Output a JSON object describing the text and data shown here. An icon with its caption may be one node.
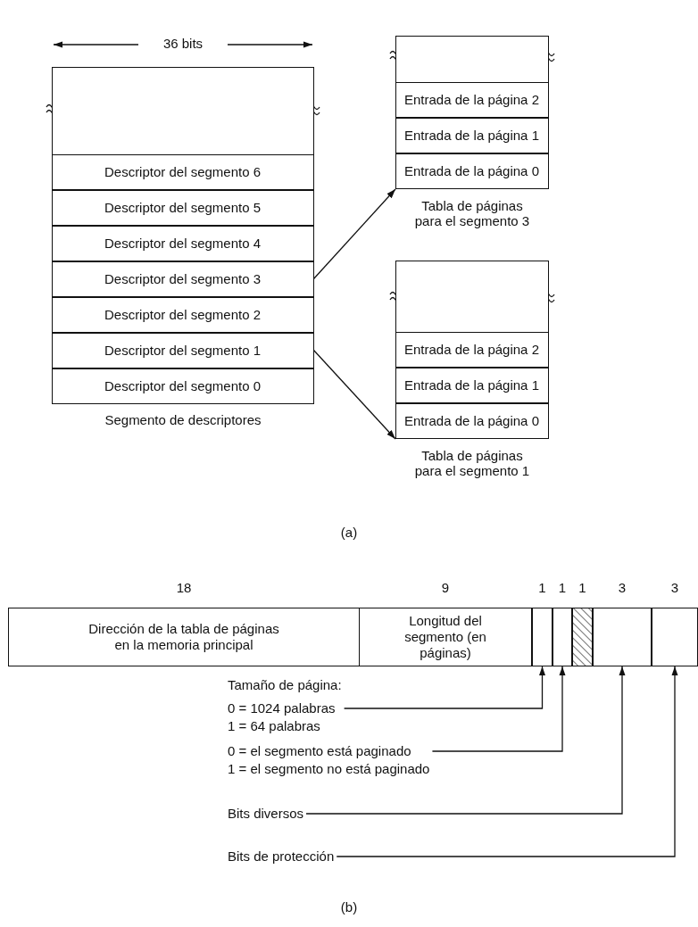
{
  "diagram": {
    "nodes": [
      {
        "text": [],
        "shape": "box",
        "beside": [
          "Segmento de descriptores"
        ]
      },
      {
        "text": [
          "Descriptor del segmento 6"
        ],
        "in": 0
      },
      {
        "text": [
          "Descriptor del segmento 5"
        ],
        "in": 0
      },
      {
        "text": [
          "Descriptor del segmento 4"
        ],
        "in": 0
      },
      {
        "text": [
          "Descriptor del segmento 3"
        ],
        "in": 0
      },
      {
        "text": [
          "Descriptor del segmento 2"
        ],
        "in": 0
      },
      {
        "text": [
          "Descriptor del segmento 1"
        ],
        "in": 0
      },
      {
        "text": [
          "Descriptor del segmento 0"
        ],
        "in": 0
      },
      {
        "text": [],
        "shape": "box",
        "beside": [
          "Tabla de páginas para el segmento 3"
        ]
      },
      {
        "text": [
          "Entrada de la página 2"
        ],
        "in": 8
      },
      {
        "text": [
          "Entrada de la página 1"
        ],
        "in": 8
      },
      {
        "text": [
          "Entrada de la página 0"
        ],
        "in": 8
      },
      {
        "text": [],
        "shape": "box",
        "beside": [
          "Tabla de páginas para el segmento 1"
        ]
      },
      {
        "text": [
          "Entrada de la página 2"
        ],
        "in": 12
      },
      {
        "text": [
          "Entrada de la página 1"
        ],
        "in": 12
      },
      {
        "text": [
          "Entrada de la página 0"
        ],
        "in": 12
      },
      {
        "text": [
          "Dirección de la tabla de páginas en la memoria principal"
        ],
        "beside": [
          "18"
        ]
      },
      {
        "text": [
          "Longitud del segmento (en páginas)"
        ],
        "beside": [
          "9"
        ]
      },
      {
        "text": [],
        "shape": "box",
        "beside": [
          "1"
        ]
      },
      {
        "text": [],
        "shape": "box",
        "beside": [
          "1"
        ]
      },
      {
        "text": [],
        "shape": "box",
        "beside": [
          "1"
        ]
      },
      {
        "text": [],
        "shape": "box",
        "beside": [
          "3"
        ]
      },
      {
        "text": [],
        "shape": "box",
        "beside": [
          "3"
        ]
      },
      {
        "text": [
          "Tamaño de página:",
          "0 = 1024 palabras",
          "1 = 64 palabras"
        ]
      },
      {
        "text": [
          "0 = el segmento está paginado",
          "1 = el segmento no está paginado"
        ]
      },
      {
        "text": [
          "Bits diversos"
        ]
      },
      {
        "text": [
          "Bits de protección"
        ]
      }
    ],
    "edges": [
      {
        "from": 4,
        "to": 8,
        "arrow": "to"
      },
      {
        "from": 6,
        "to": 12,
        "arrow": "to"
      },
      {
        "from": 23,
        "to": 18,
        "arrow": "to"
      },
      {
        "from": 24,
        "to": 19,
        "arrow": "to"
      },
      {
        "from": 25,
        "to": 21,
        "arrow": "to"
      },
      {
        "from": 26,
        "to": 22,
        "arrow": "to"
      }
    ],
    "labels": [
      "36 bits",
      "(a)",
      "(b)"
    ]
  }
}
